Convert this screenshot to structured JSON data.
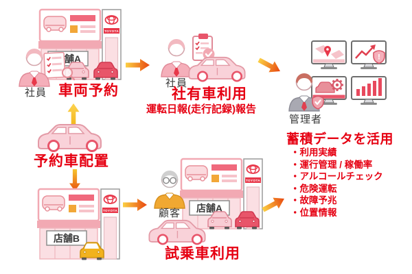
{
  "diagram": {
    "store_top": {
      "sign": "店舗A",
      "brand": "TOYOTA"
    },
    "employee_top": {
      "label": "社員"
    },
    "step_reserve": {
      "title": "車両予約"
    },
    "employee_mid": {
      "label": "社員"
    },
    "step_use": {
      "title": "社有車利用",
      "subtitle": "運転日報(走行記録)報告"
    },
    "manager": {
      "label": "管理者"
    },
    "insights": {
      "title": "蓄積データを活用",
      "items": [
        "・利用実績",
        "・運行管理 / 稼働率",
        "・アルコールチェック",
        "・危険運転",
        "・故障予兆",
        "・位置情報"
      ]
    },
    "step_allocate": {
      "title": "予約車配置"
    },
    "store_b": {
      "sign": "店舗B",
      "brand": "TOYOTA"
    },
    "customer": {
      "label": "顧客"
    },
    "store_bottom": {
      "sign": "店舗A",
      "brand": "TOYOTA"
    },
    "step_testdrive": {
      "title": "試乗車利用"
    }
  },
  "icons": {
    "flow_arrow": "gradient-arrow",
    "clipboard_check": "clipboard-with-checkmark",
    "map_pin": "monitor-map-pin",
    "trend_shield": "monitor-line-chart-shield-alert",
    "car_gear": "monitor-car-gear",
    "bar_chart": "monitor-bar-chart",
    "shield_check": "manager-shield-badge",
    "magnifier": "reservation-search",
    "toyota_logo": "toyota-emblem"
  },
  "colors": {
    "red_text": "#e60012",
    "accent_red": "#e8556a",
    "pink_mid": "#f2a9b3",
    "pink_light": "#fbdfe3",
    "yellow_car": "#f2b21e",
    "arrow_yellow": "#f9c62e",
    "arrow_red": "#e8470f"
  }
}
